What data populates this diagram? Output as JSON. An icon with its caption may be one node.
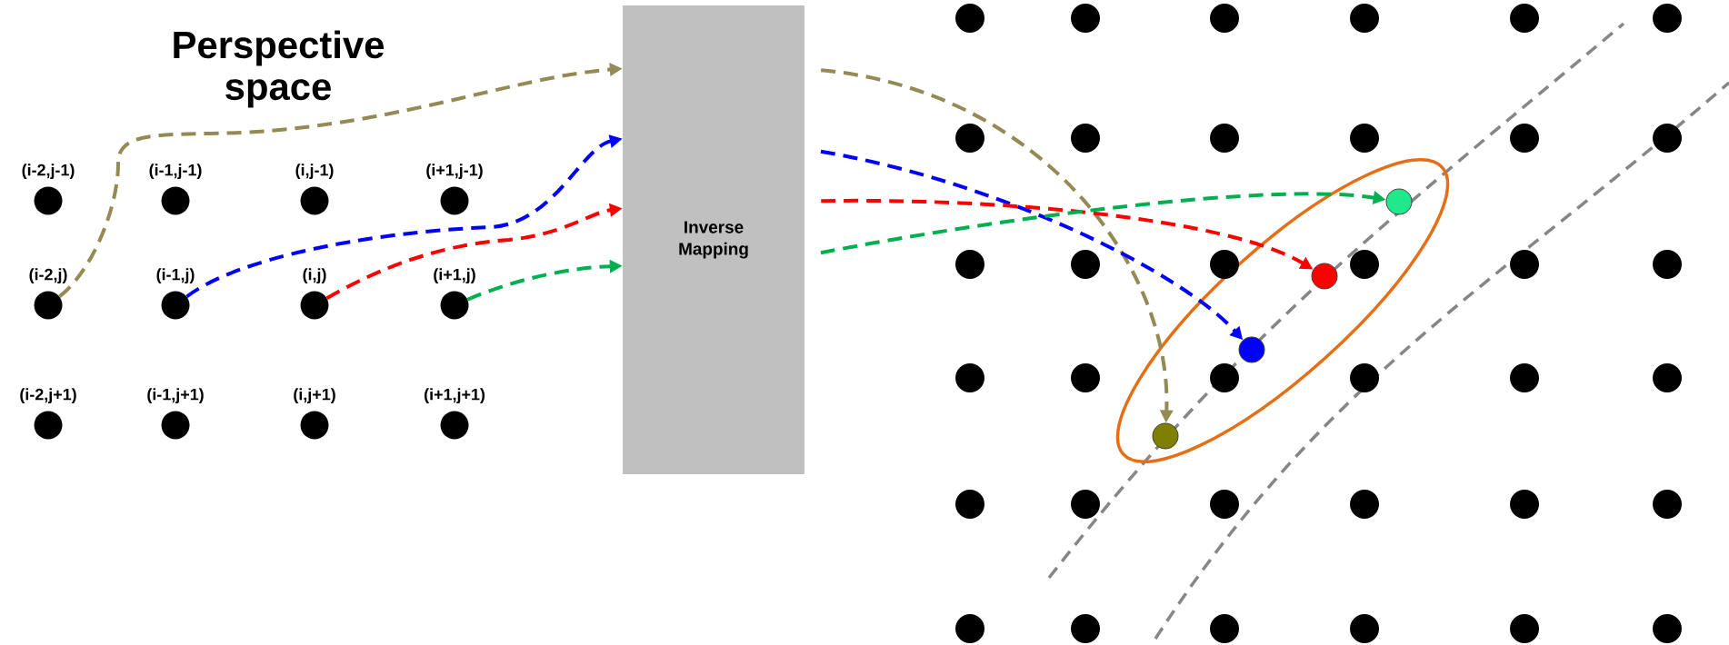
{
  "diagram": {
    "title": "Perspective space",
    "nodes": [
      {
        "text": [
          "(i-2,j-1)"
        ]
      },
      {
        "text": [
          "(i-1,j-1)"
        ]
      },
      {
        "text": [
          "(i,j-1)"
        ]
      },
      {
        "text": [
          "(i+1,j-1)"
        ]
      },
      {
        "text": [
          "(i-2,j)"
        ]
      },
      {
        "text": [
          "(i-1,j)"
        ]
      },
      {
        "text": [
          "(i,j)"
        ]
      },
      {
        "text": [
          "(i+1,j)"
        ]
      },
      {
        "text": [
          "(i-2,j+1)"
        ]
      },
      {
        "text": [
          "(i-1,j+1)"
        ]
      },
      {
        "text": [
          "(i,j+1)"
        ]
      },
      {
        "text": [
          "(i+1,j+1)"
        ]
      },
      {
        "text": [
          "Inverse Mapping"
        ]
      },
      {
        "text": [],
        "shape": "circle"
      },
      {
        "text": [],
        "shape": "circle"
      },
      {
        "text": [],
        "shape": "circle"
      },
      {
        "text": [],
        "shape": "circle"
      },
      {
        "text": [],
        "shape": "circle"
      },
      {
        "text": [],
        "shape": "circle"
      },
      {
        "text": [],
        "shape": "circle"
      },
      {
        "text": [],
        "shape": "circle"
      },
      {
        "text": [],
        "shape": "circle"
      },
      {
        "text": [],
        "shape": "circle"
      },
      {
        "text": [],
        "shape": "circle"
      },
      {
        "text": [],
        "shape": "circle"
      },
      {
        "text": [],
        "shape": "circle"
      },
      {
        "text": [],
        "shape": "circle"
      },
      {
        "text": [],
        "shape": "circle"
      },
      {
        "text": [],
        "shape": "circle"
      },
      {
        "text": [],
        "shape": "circle"
      },
      {
        "text": [],
        "shape": "circle"
      },
      {
        "text": [],
        "shape": "circle"
      },
      {
        "text": [],
        "shape": "circle"
      },
      {
        "text": [],
        "shape": "circle"
      },
      {
        "text": [],
        "shape": "circle"
      },
      {
        "text": [],
        "shape": "circle"
      },
      {
        "text": [],
        "shape": "circle"
      },
      {
        "text": [],
        "shape": "circle"
      },
      {
        "text": [],
        "shape": "circle"
      },
      {
        "text": [],
        "shape": "circle"
      },
      {
        "text": [],
        "shape": "circle"
      },
      {
        "text": [],
        "shape": "circle"
      },
      {
        "text": [],
        "shape": "circle"
      },
      {
        "text": [],
        "shape": "circle"
      },
      {
        "text": [],
        "shape": "circle"
      },
      {
        "text": [],
        "shape": "circle"
      },
      {
        "text": [],
        "shape": "circle"
      },
      {
        "text": [],
        "shape": "circle"
      },
      {
        "text": [],
        "shape": "circle"
      },
      {
        "text": [],
        "shape": "circle"
      },
      {
        "text": [],
        "shape": "circle"
      },
      {
        "text": [],
        "shape": "circle"
      },
      {
        "text": [],
        "shape": "circle"
      }
    ],
    "edges": [
      {
        "from": 4,
        "to": 12,
        "arrow": "to",
        "style": "dashed",
        "color": "#948a54"
      },
      {
        "from": 5,
        "to": 12,
        "arrow": "to",
        "style": "dashed",
        "color": "#0000ff"
      },
      {
        "from": 6,
        "to": 12,
        "arrow": "to",
        "style": "dashed",
        "color": "#ff0000"
      },
      {
        "from": 7,
        "to": 12,
        "arrow": "to",
        "style": "dashed",
        "color": "#00b050"
      },
      {
        "from": 12,
        "to": 13,
        "arrow": "to",
        "style": "dashed",
        "color": "#948a54"
      },
      {
        "from": 12,
        "to": 14,
        "arrow": "to",
        "style": "dashed",
        "color": "#0000ff"
      },
      {
        "from": 12,
        "to": 15,
        "arrow": "to",
        "style": "dashed",
        "color": "#ff0000"
      },
      {
        "from": 12,
        "to": 16,
        "arrow": "to",
        "style": "dashed",
        "color": "#00b050"
      }
    ]
  }
}
